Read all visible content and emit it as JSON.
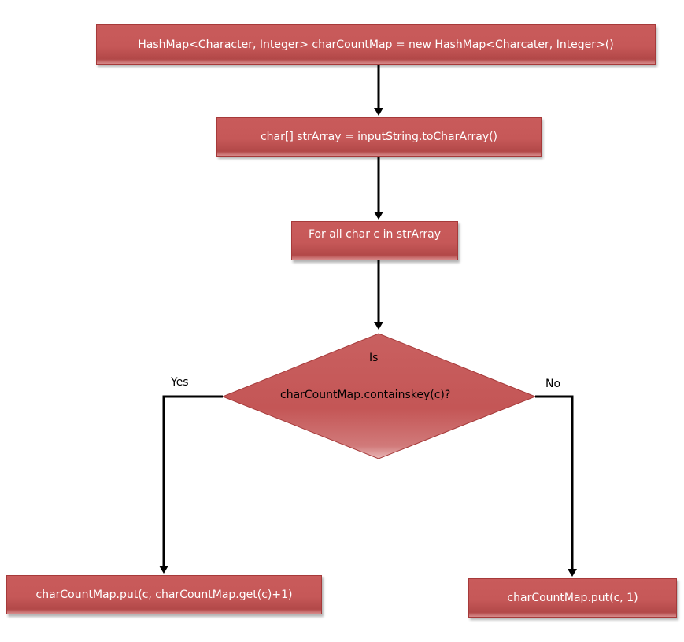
{
  "colors": {
    "node_fill": "#c65858",
    "node_border": "#a63a3a",
    "node_text": "#ffffff",
    "diamond_text": "#000000",
    "arrow": "#000000"
  },
  "nodes": {
    "init_map": "HashMap<Character, Integer> charCountMap = new HashMap<Charcater, Integer>()",
    "to_char_array": "char[] strArray = inputString.toCharArray()",
    "loop": "For all char c in strArray",
    "decision": {
      "line1": "Is",
      "line2": "charCountMap.containskey(c)?"
    },
    "increment": "charCountMap.put(c, charCountMap.get(c)+1)",
    "put_one": "charCountMap.put(c, 1)"
  },
  "edges": {
    "yes_label": "Yes",
    "no_label": "No"
  }
}
